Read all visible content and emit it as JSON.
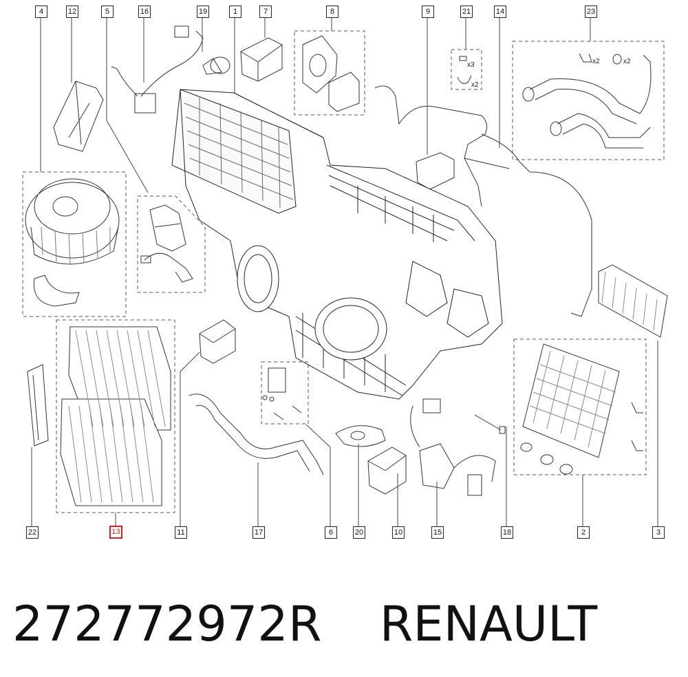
{
  "callouts": {
    "c4": "4",
    "c12": "12",
    "c5": "5",
    "c16": "16",
    "c19": "19",
    "c1": "1",
    "c7": "7",
    "c8": "8",
    "c9": "9",
    "c21": "21",
    "c14": "14",
    "c23": "23",
    "c22": "22",
    "c13": "13",
    "c11": "11",
    "c17": "17",
    "c6": "6",
    "c20": "20",
    "c10": "10",
    "c15": "15",
    "c18": "18",
    "c2": "2",
    "c3": "3"
  },
  "annotations": {
    "x3": "x3",
    "x2_clips": "x2",
    "x2_pipes": "x2",
    "x2_rings": "x2"
  },
  "highlighted_callout": "13",
  "caption": {
    "part_number": "272772972R",
    "brand": "RENAULT"
  }
}
